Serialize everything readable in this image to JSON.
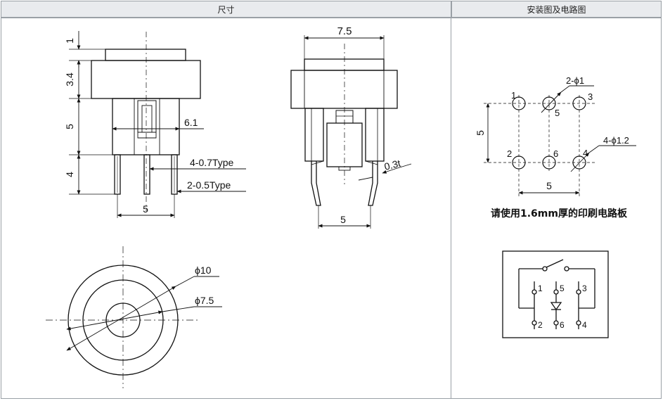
{
  "headers": {
    "dimensions": "尺寸",
    "installation": "安装图及电路图"
  },
  "side_view": {
    "dim_top": "1",
    "dim_cap": "3.4",
    "dim_body": "5",
    "dim_pins": "4",
    "dim_width": "6.1",
    "pin_type_a": "4-0.7Type",
    "pin_type_b": "2-0.5Type",
    "dim_pin_spacing": "5"
  },
  "front_view": {
    "dim_width": "7.5",
    "dim_thickness": "0.3t",
    "dim_pin_spacing": "5"
  },
  "top_view": {
    "dim_outer": "ϕ10",
    "dim_inner": "ϕ7.5"
  },
  "pcb_layout": {
    "holes": [
      "1",
      "5",
      "3",
      "2",
      "6",
      "4"
    ],
    "dim_hole_small": "2-ϕ1",
    "dim_hole_large": "4-ϕ1.2",
    "dim_vertical": "5",
    "dim_horizontal": "5",
    "note": "请使用1.6mm厚的印刷电路板"
  },
  "circuit": {
    "pins": [
      "1",
      "5",
      "3",
      "2",
      "6",
      "4"
    ]
  }
}
